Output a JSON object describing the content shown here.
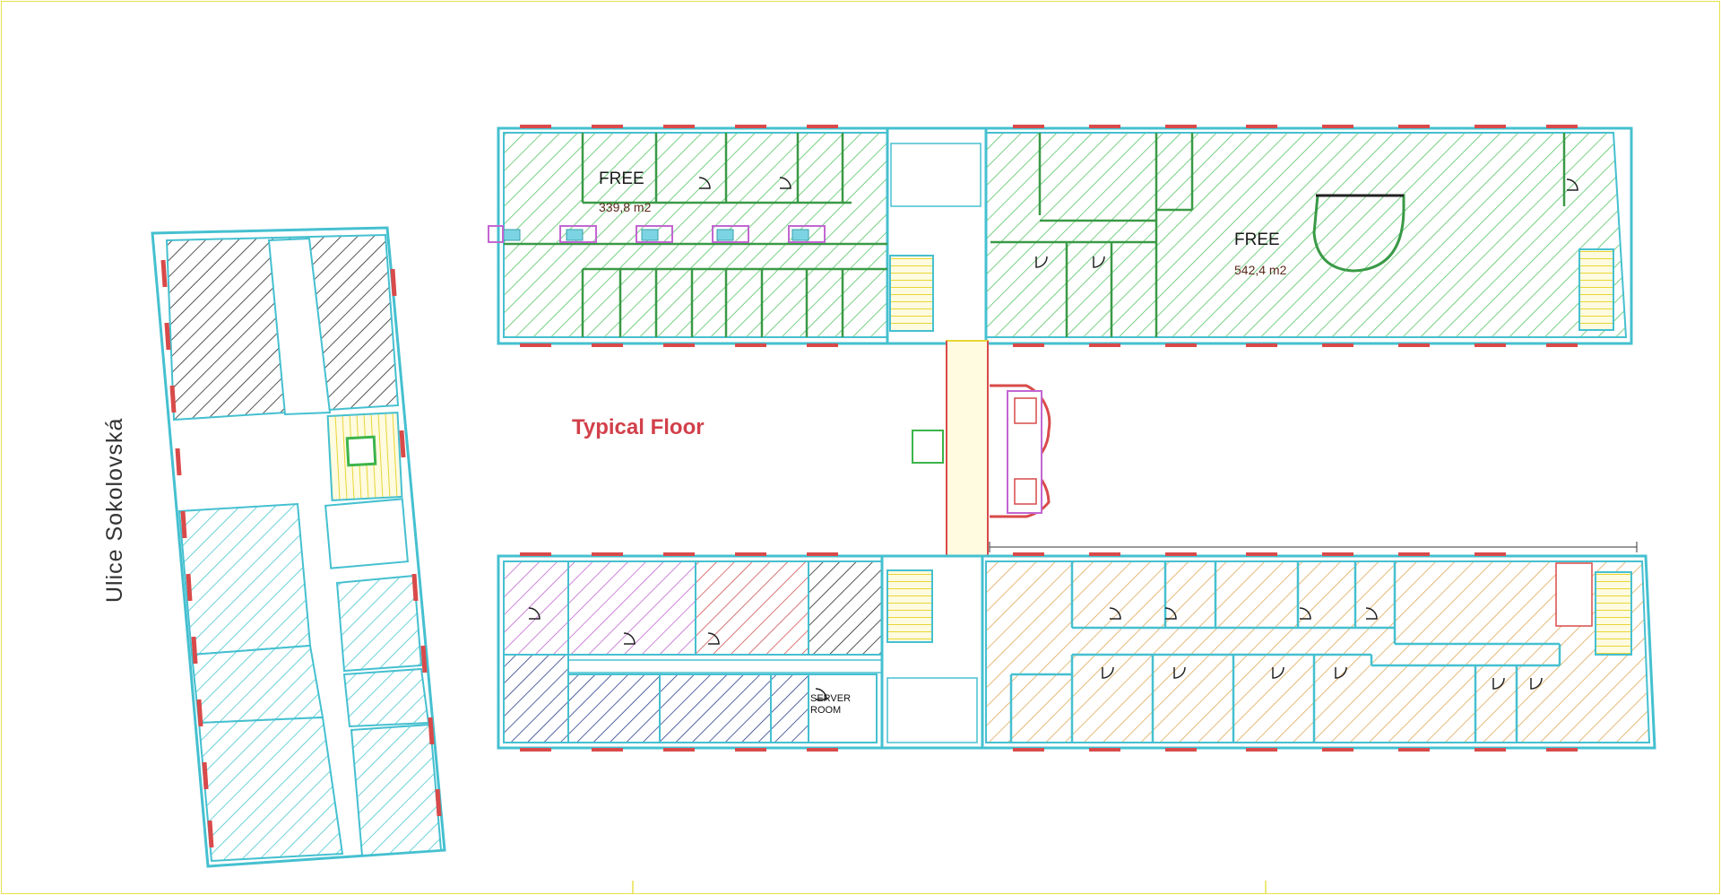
{
  "plan": {
    "title": "Typical Floor",
    "street": "Ulice Sokolovská",
    "rooms": [
      {
        "label": "FREE",
        "area": "339,8 m2"
      },
      {
        "label": "FREE",
        "area": "542,4 m2"
      }
    ],
    "server_room": "SERVER ROOM"
  },
  "colors": {
    "wall": "#45c0d0",
    "free_hatch": "#57c567",
    "occupied_cyan": "#48c7cf",
    "occupied_black": "#2a2a2a",
    "occupied_magenta": "#c266d1",
    "occupied_red": "#d05454",
    "occupied_navy": "#2a3f8c",
    "occupied_orange": "#e0a95a",
    "stair_yellow": "#e8d636",
    "window_red": "#d94a4a",
    "title_red": "#d2404b"
  }
}
